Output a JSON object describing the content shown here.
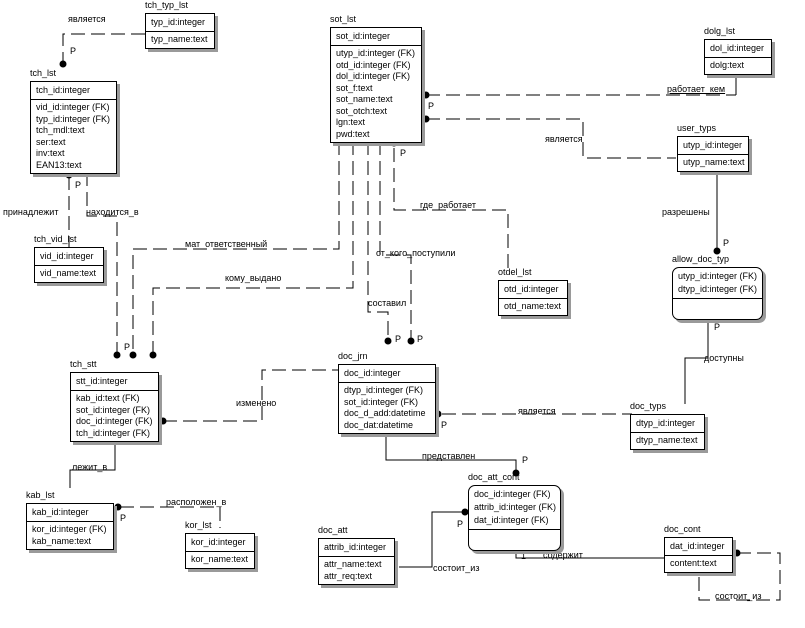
{
  "entities": {
    "tch_typ_lst": {
      "name": "tch_typ_lst",
      "pk": [
        "typ_id:integer"
      ],
      "attrs": [
        "typ_name:text"
      ]
    },
    "tch_lst": {
      "name": "tch_lst",
      "pk": [
        "tch_id:integer"
      ],
      "attrs": [
        "vid_id:integer (FK)",
        "typ_id:integer (FK)",
        "tch_mdl:text",
        "ser:text",
        "inv:text",
        "EAN13:text"
      ]
    },
    "sot_lst": {
      "name": "sot_lst",
      "pk": [
        "sot_id:integer"
      ],
      "attrs": [
        "utyp_id:integer (FK)",
        "otd_id:integer (FK)",
        "dol_id:integer (FK)",
        "sot_f:text",
        "sot_name:text",
        "sot_otch:text",
        "lgn:text",
        "pwd:text"
      ]
    },
    "dolg_lst": {
      "name": "dolg_lst",
      "pk": [
        "dol_id:integer"
      ],
      "attrs": [
        "dolg:text"
      ]
    },
    "user_typs": {
      "name": "user_typs",
      "pk": [
        "utyp_id:integer"
      ],
      "attrs": [
        "utyp_name:text"
      ]
    },
    "tch_vid_lst": {
      "name": "tch_vid_lst",
      "pk": [
        "vid_id:integer"
      ],
      "attrs": [
        "vid_name:text"
      ]
    },
    "otdel_lst": {
      "name": "otdel_lst",
      "pk": [
        "otd_id:integer"
      ],
      "attrs": [
        "otd_name:text"
      ]
    },
    "allow_doc_typ": {
      "name": "allow_doc_typ",
      "pk": [
        "utyp_id:integer (FK)",
        "dtyp_id:integer (FK)"
      ],
      "attrs": []
    },
    "tch_stt": {
      "name": "tch_stt",
      "pk": [
        "stt_id:integer"
      ],
      "attrs": [
        "kab_id:text (FK)",
        "sot_id:integer (FK)",
        "doc_id:integer (FK)",
        "tch_id:integer (FK)"
      ]
    },
    "doc_jrn": {
      "name": "doc_jrn",
      "pk": [
        "doc_id:integer"
      ],
      "attrs": [
        "dtyp_id:integer (FK)",
        "sot_id:integer (FK)",
        "doc_d_add:datetime",
        "doc_dat:datetime"
      ]
    },
    "doc_typs": {
      "name": "doc_typs",
      "pk": [
        "dtyp_id:integer"
      ],
      "attrs": [
        "dtyp_name:text"
      ]
    },
    "kab_lst": {
      "name": "kab_lst",
      "pk": [
        "kab_id:integer"
      ],
      "attrs": [
        "kor_id:integer (FK)",
        "kab_name:text"
      ]
    },
    "kor_lst": {
      "name": "kor_lst",
      "pk": [
        "kor_id:integer"
      ],
      "attrs": [
        "kor_name:text"
      ]
    },
    "doc_att_cont": {
      "name": "doc_att_cont",
      "pk": [
        "doc_id:integer (FK)",
        "attrib_id:integer (FK)",
        "dat_id:integer (FK)"
      ],
      "attrs": []
    },
    "doc_att": {
      "name": "doc_att",
      "pk": [
        "attrib_id:integer"
      ],
      "attrs": [
        "attr_name:text",
        "attr_req:text"
      ]
    },
    "doc_cont": {
      "name": "doc_cont",
      "pk": [
        "dat_id:integer"
      ],
      "attrs": [
        "content:text"
      ]
    }
  },
  "relationships": {
    "yavlyaetsya_tch": "является",
    "rabotaet_kem": "работает_кем",
    "yavlyaetsya_user": "является",
    "prinadlezhit": "принадлежит",
    "nakhoditsya_v": "находится_в",
    "gde_rabotaet": "где_работает",
    "razresheny": "разрешены",
    "mat_otvetstvenny": "мат_ответственный",
    "ot_kogo_postupili": "от_кого_поступили",
    "komu_vydano": "кому_выдано",
    "sostavil": "составил",
    "dostupny": "доступны",
    "izmeneno": "изменено",
    "yavlyaetsya_doc": "является",
    "predstavlen": "представлен",
    "lezhit_v": "лежит_в",
    "raspolozhen_v": "расположен_в",
    "soderzhit": "содержит",
    "sostoit_iz_att": "состоит_из",
    "sostoit_iz_cont": "состоит_из"
  },
  "markers": {
    "p": "P",
    "one": "1"
  }
}
